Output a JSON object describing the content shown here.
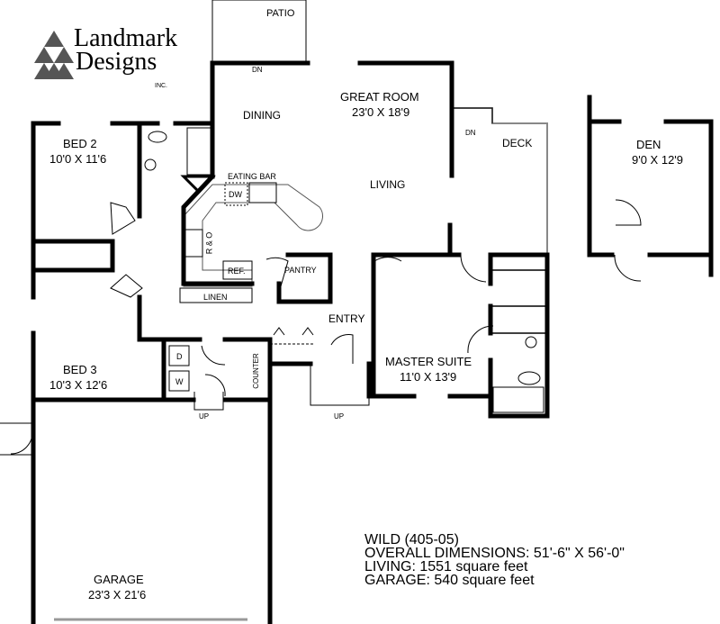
{
  "logo": {
    "line1": "Landmark",
    "line2": "Designs",
    "inc": "INC."
  },
  "rooms": {
    "patio": "PATIO",
    "great_room": "GREAT ROOM",
    "great_room_dim": "23'0 X 18'9",
    "dining": "DINING",
    "living": "LIVING",
    "deck": "DECK",
    "den": "DEN",
    "den_dim": "9'0 X 12'9",
    "bed2": "BED 2",
    "bed2_dim": "10'0 X 11'6",
    "bed3": "BED 3",
    "bed3_dim": "10'3 X 12'6",
    "master": "MASTER SUITE",
    "master_dim": "11'0 X 13'9",
    "entry": "ENTRY",
    "pantry": "PANTRY",
    "garage": "GARAGE",
    "garage_dim": "23'3 X 21'6"
  },
  "fixtures": {
    "eating_bar": "EATING BAR",
    "dw": "DW",
    "range": "R & O",
    "ref": "REF.",
    "linen": "LINEN",
    "dryer": "D",
    "washer": "W",
    "counter": "COUNTER",
    "dn1": "DN",
    "dn2": "DN",
    "up1": "UP",
    "up2": "UP"
  },
  "info": {
    "name": "WILD (405-05)",
    "overall": "OVERALL DIMENSIONS: 51'-6\" X 56'-0\"",
    "living": "LIVING: 1551 square feet",
    "garage": "GARAGE: 540 square feet"
  }
}
